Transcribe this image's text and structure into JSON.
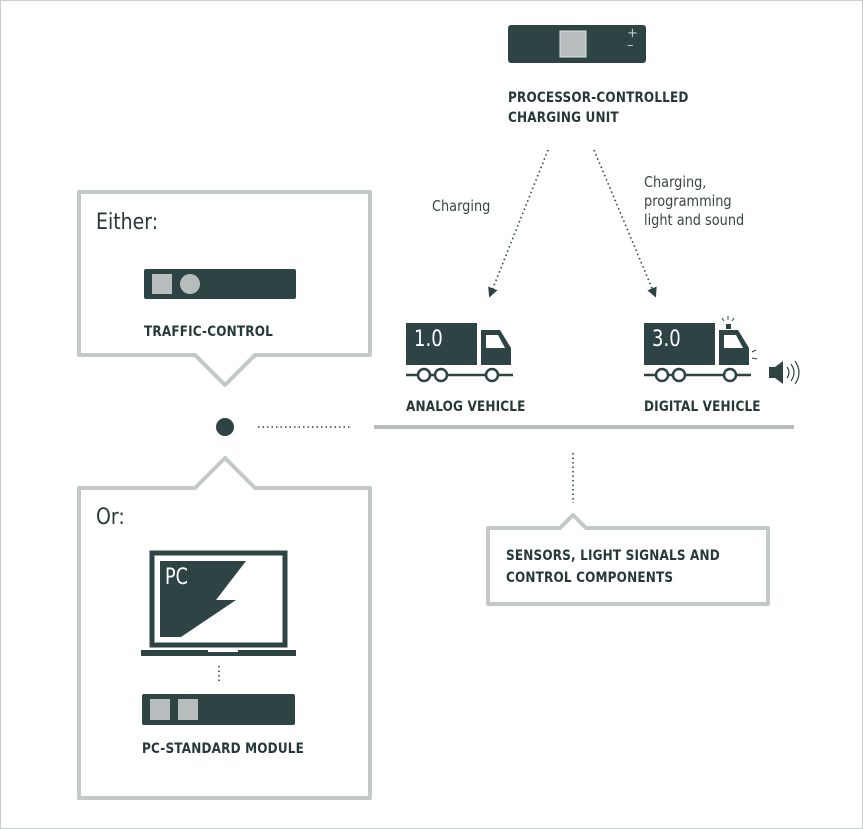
{
  "charging_unit": {
    "label_line1": "PROCESSOR-CONTROLLED",
    "label_line2": "CHARGING UNIT",
    "plus": "+",
    "minus": "–"
  },
  "edges": {
    "analog": {
      "label": "Charging"
    },
    "digital": {
      "label_line1": "Charging,",
      "label_line2": "programming",
      "label_line3": "light and sound"
    }
  },
  "option_either": {
    "heading": "Either:",
    "device_label": "TRAFFIC-CONTROL"
  },
  "option_or": {
    "heading": "Or:",
    "pc_text": "PC",
    "device_label": "PC-STANDARD MODULE"
  },
  "vehicles": {
    "analog": {
      "badge": "1.0",
      "label": "ANALOG VEHICLE"
    },
    "digital": {
      "badge": "3.0",
      "label": "DIGITAL VEHICLE"
    }
  },
  "track_callout": {
    "line1": "SENSORS, LIGHT SIGNALS AND",
    "line2": "CONTROL COMPONENTS"
  },
  "colors": {
    "dark": "#2e4444",
    "frame": "#c3c8c8",
    "light_square": "#b7bdbd"
  },
  "icons": [
    "speaker-icon",
    "pc-lightning-icon",
    "truck-icon"
  ]
}
